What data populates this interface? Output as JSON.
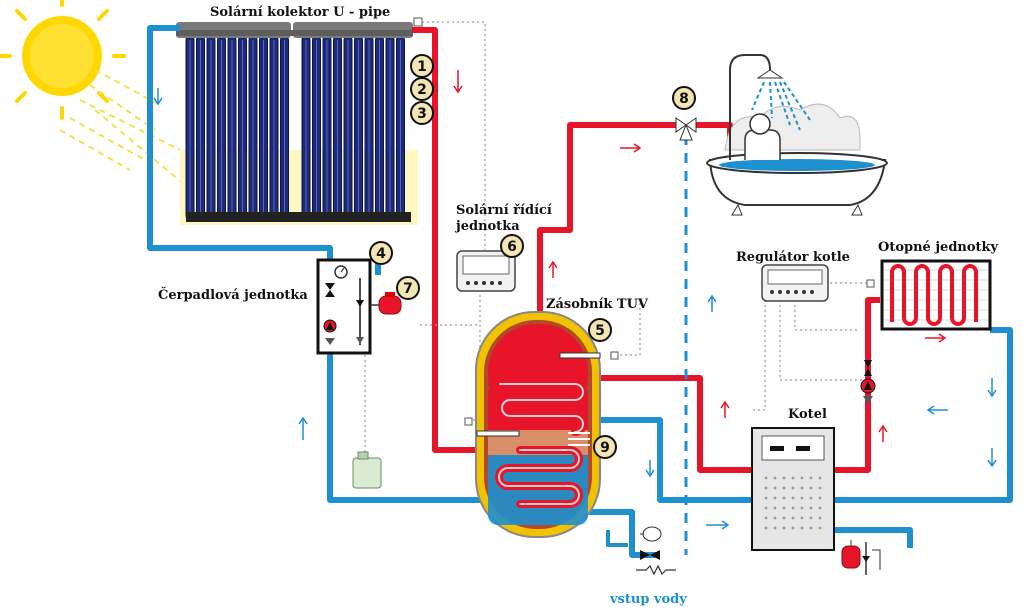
{
  "labels": {
    "collector": "Solární kolektor U - pipe",
    "controller_line1": "Solární řídící",
    "controller_line2": "jednotka",
    "pump_unit": "Čerpadlová jednotka",
    "tank": "Zásobník TUV",
    "boiler_regulator": "Regulátor kotle",
    "heating_units": "Otopné jednotky",
    "boiler": "Kotel",
    "water_inlet": "vstup vody"
  },
  "markers": [
    "1",
    "2",
    "3",
    "4",
    "5",
    "6",
    "7",
    "8",
    "9"
  ],
  "colors": {
    "hot": "#e8152a",
    "cold": "#1e90d0",
    "sun": "#ffd700",
    "outline": "#111111",
    "tank_outer": "#f2c200"
  }
}
